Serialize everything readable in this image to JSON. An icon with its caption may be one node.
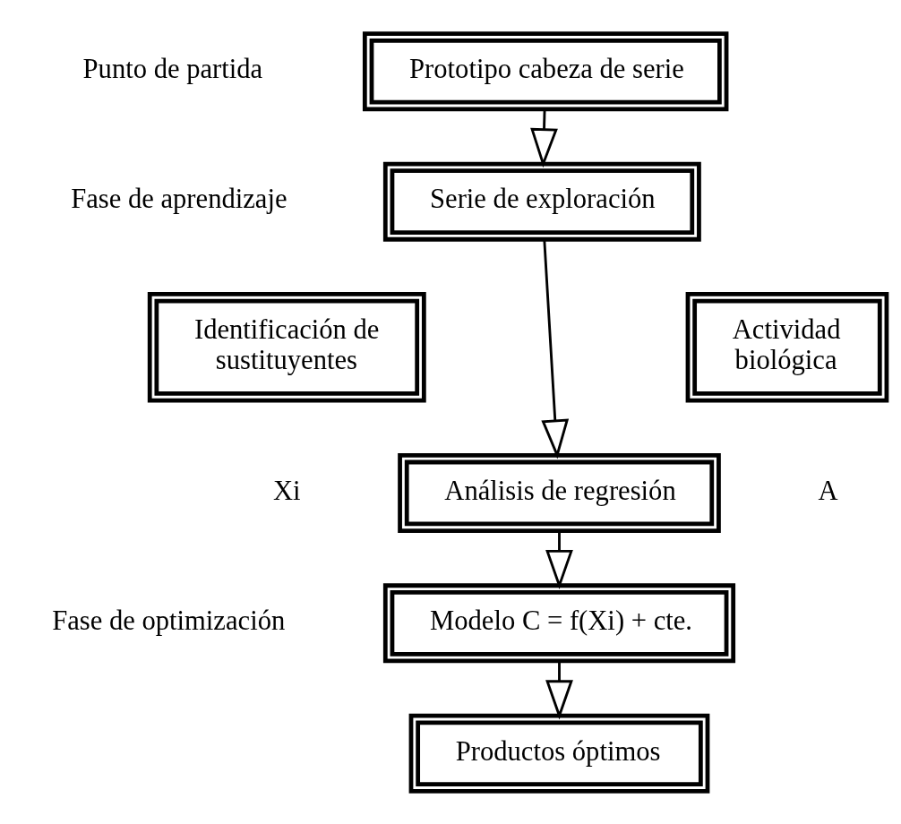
{
  "diagram": {
    "nodes": [
      {
        "text": [
          "Prototipo cabeza de serie"
        ]
      },
      {
        "text": [
          "Serie de exploración"
        ]
      },
      {
        "text": [
          "Identificación de sustituyentes"
        ]
      },
      {
        "text": [
          "Actividad biológica"
        ]
      },
      {
        "text": [
          "Análisis de regresión"
        ]
      },
      {
        "text": [
          "Modelo C = f(Xi) + cte."
        ]
      },
      {
        "text": [
          "Productos óptimos"
        ]
      }
    ],
    "edges": [
      {
        "from": 0,
        "to": 1,
        "arrow": "to"
      },
      {
        "from": 1,
        "to": 4,
        "arrow": "to"
      },
      {
        "from": 4,
        "to": 5,
        "arrow": "to"
      },
      {
        "from": 5,
        "to": 6,
        "arrow": "to"
      }
    ],
    "labels": [
      "Punto de partida",
      "Fase de aprendizaje",
      "Xi",
      "A",
      "Fase de optimización"
    ]
  }
}
